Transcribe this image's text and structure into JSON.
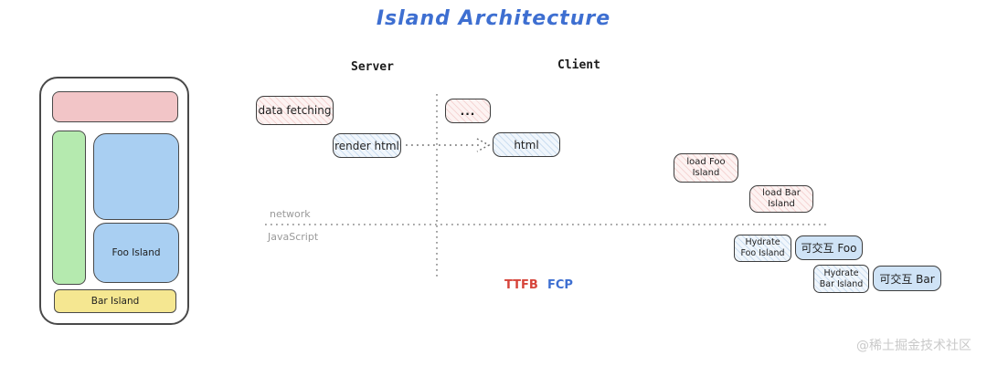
{
  "title": "Island Architecture",
  "columns": {
    "server": "Server",
    "client": "Client"
  },
  "wireframe": {
    "foo_label": "Foo Island",
    "bar_label": "Bar Island"
  },
  "boxes": {
    "data_fetching": {
      "label": "data fetching"
    },
    "render_html": {
      "label": "render html"
    },
    "dots": {
      "label": "..."
    },
    "html": {
      "label": "html"
    },
    "load_foo": {
      "line1": "load Foo",
      "line2": "Island"
    },
    "load_bar": {
      "line1": "load Bar",
      "line2": "Island"
    },
    "hydrate_foo": {
      "line1": "Hydrate",
      "line2": "Foo Island"
    },
    "interactive_foo": {
      "label": "可交互 Foo"
    },
    "hydrate_bar": {
      "line1": "Hydrate",
      "line2": "Bar Island"
    },
    "interactive_bar": {
      "label": "可交互 Bar"
    }
  },
  "lanes": {
    "network": "network",
    "javascript": "JavaScript"
  },
  "metrics": {
    "ttfb": "TTFB",
    "fcp": "FCP"
  },
  "watermark": "@稀土掘金技术社区",
  "colors": {
    "title_blue": "#3e6fd1",
    "metric_red": "#d6443a",
    "metric_blue": "#3e6fd1",
    "wireframe_header_pink": "#f2c5c7",
    "wireframe_sidebar_green": "#b5eaaf",
    "wireframe_island_blue": "#a9cff2",
    "wireframe_bar_yellow": "#f5e791",
    "box_hatch_pink": "#fdf3f2",
    "box_hatch_blue": "#f0f6fc",
    "box_solid_blue": "#cfe3f6",
    "line_grey": "#8a8a8a",
    "watermark_grey": "#c9c9c9"
  }
}
